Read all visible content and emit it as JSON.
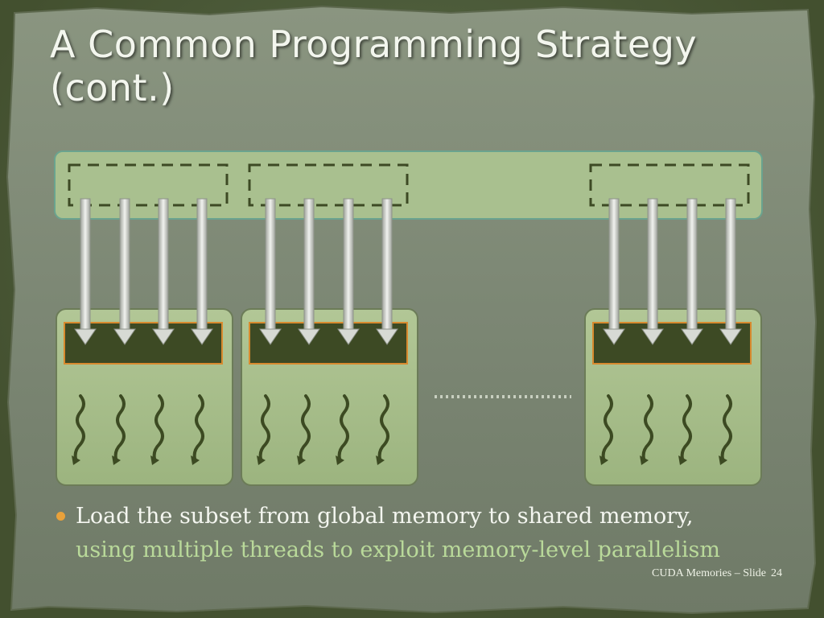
{
  "slide": {
    "title": "A Common Programming Strategy (cont.)",
    "bullet_line_1": "Load the subset from global memory to shared memory,",
    "bullet_line_2": "using multiple threads to exploit memory-level parallelism",
    "footer_text": "CUDA Memories – Slide",
    "slide_number": "24"
  },
  "diagram": {
    "global_memory_tiles": 3,
    "blocks": 3,
    "threads_per_block": 4,
    "colors": {
      "global_memory_fill": "#a9c08f",
      "block_fill": "#a8bf8c",
      "shared_memory_fill": "#3d4a24",
      "shared_memory_border": "#d88a2e",
      "thread_color": "#3c4a22",
      "arrow_color": "#d7dad4",
      "bullet_color": "#e8a13a",
      "highlight_text": "#b9d99a"
    }
  }
}
